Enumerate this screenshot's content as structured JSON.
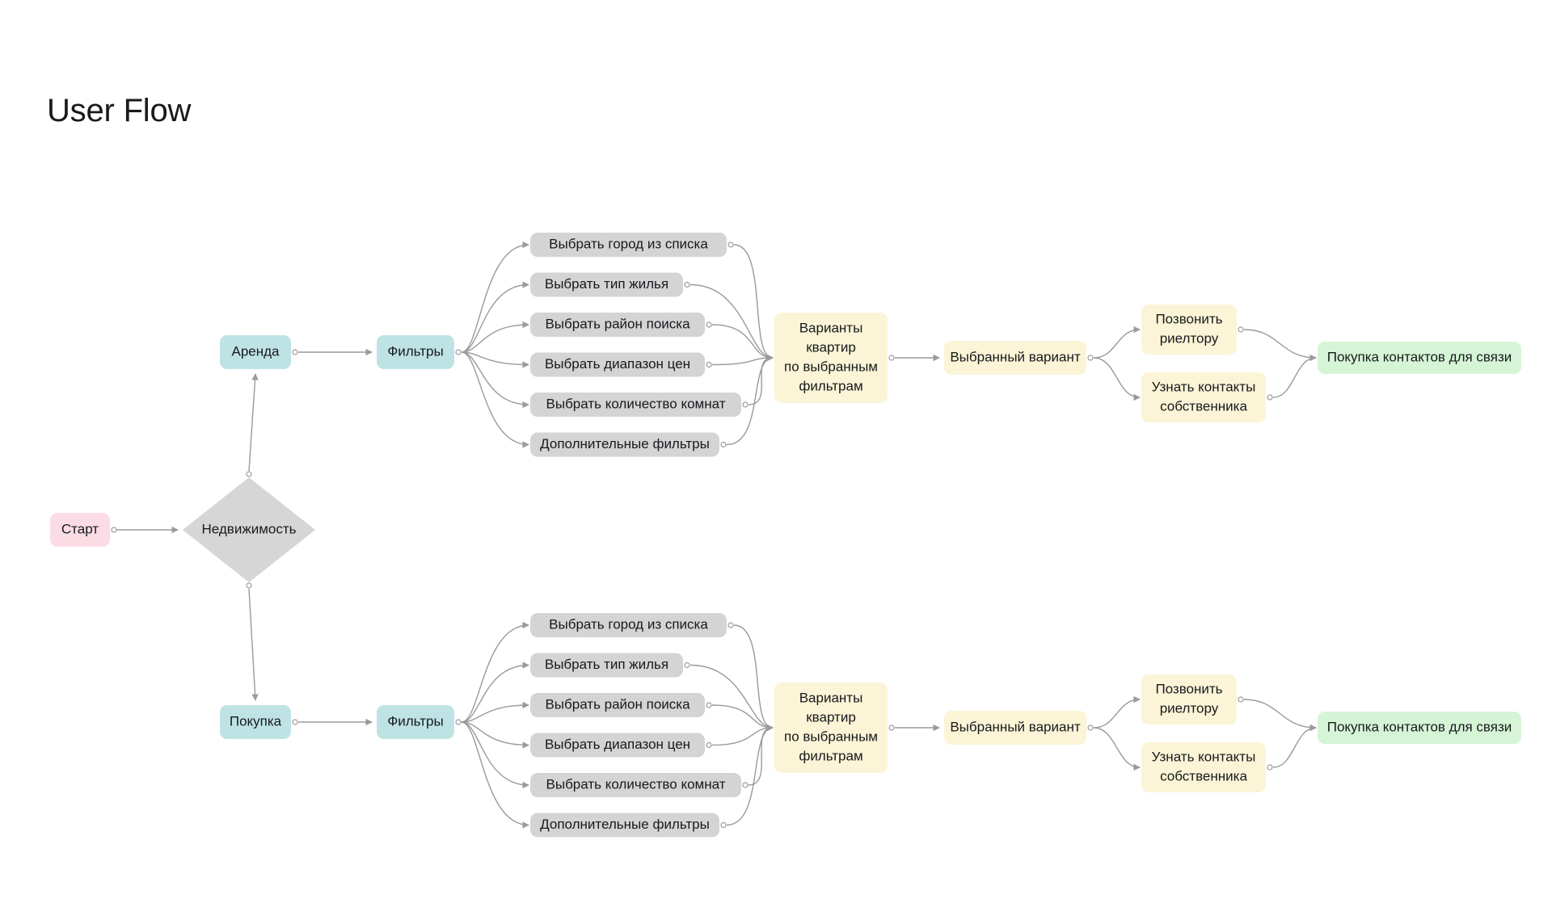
{
  "page": {
    "title": "User Flow",
    "background": "#ffffff"
  },
  "palette": {
    "pink": "#fbdce5",
    "teal": "#bfe3e4",
    "gray": "#d4d4d4",
    "diamond_gray": "#d6d6d6",
    "yellow": "#fcf4d6",
    "green": "#d6f5d6",
    "edge": "#9a9a9a",
    "text": "#16191d"
  },
  "nodes": {
    "start": {
      "label": "Старт",
      "color": "pink",
      "shape": "rounded-rect"
    },
    "decision": {
      "label": "Недвижимость",
      "color": "diamond_gray",
      "shape": "diamond"
    },
    "rent": {
      "label": "Аренда",
      "color": "teal",
      "shape": "rounded-rect"
    },
    "buy": {
      "label": "Покупка",
      "color": "teal",
      "shape": "rounded-rect"
    },
    "filters_rent": {
      "label": "Фильтры",
      "color": "teal",
      "shape": "rounded-rect"
    },
    "filters_buy": {
      "label": "Фильтры",
      "color": "teal",
      "shape": "rounded-rect"
    },
    "results": {
      "lines": [
        "Варианты",
        "квартир",
        "по выбранным",
        "фильтрам"
      ],
      "color": "yellow",
      "shape": "rounded-rect"
    },
    "chosen": {
      "label": "Выбранный вариант",
      "color": "yellow",
      "shape": "rounded-rect"
    },
    "call_realtor": {
      "lines": [
        "Позвонить",
        "риелтору"
      ],
      "color": "yellow",
      "shape": "rounded-rect"
    },
    "owner_contacts": {
      "lines": [
        "Узнать контакты",
        "собственника"
      ],
      "color": "yellow",
      "shape": "rounded-rect"
    },
    "purchase_contacts": {
      "label": "Покупка контактов для связи",
      "color": "green",
      "shape": "rounded-rect"
    }
  },
  "filter_steps": [
    "Выбрать город из списка",
    "Выбрать тип жилья",
    "Выбрать район поиска",
    "Выбрать диапазон цен",
    "Выбрать количество комнат",
    "Дополнительные фильтры"
  ],
  "branches": [
    {
      "id": "rent",
      "entry": "Аренда"
    },
    {
      "id": "buy",
      "entry": "Покупка"
    }
  ]
}
